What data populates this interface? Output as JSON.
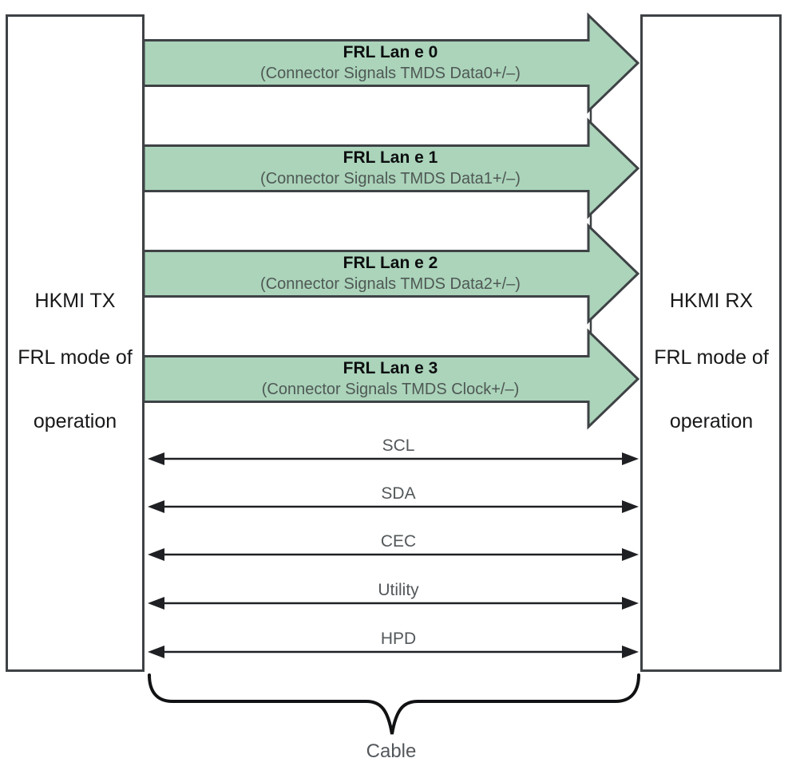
{
  "diagram": {
    "left_box": {
      "title": "HKMI TX",
      "subtitle_line1": "FRL mode of",
      "subtitle_line2": "operation"
    },
    "right_box": {
      "title": "HKMI RX",
      "subtitle_line1": "FRL mode of",
      "subtitle_line2": "operation"
    },
    "lanes": [
      {
        "title": "FRL Lan e 0",
        "subtitle": "(Connector Signals TMDS Data0+/–)"
      },
      {
        "title": "FRL Lan e 1",
        "subtitle": "(Connector Signals TMDS Data1+/–)"
      },
      {
        "title": "FRL Lan e 2",
        "subtitle": "(Connector Signals TMDS Data2+/–)"
      },
      {
        "title": "FRL Lan e 3",
        "subtitle": "(Connector Signals TMDS Clock+/–)"
      }
    ],
    "buses": [
      "SCL",
      "SDA",
      "CEC",
      "Utility",
      "HPD"
    ],
    "cable_label": "Cable",
    "colors": {
      "arrow_fill": "#abd4ba",
      "outline": "#3e4245",
      "line": "#1f2023",
      "text_primary": "#0d0e10",
      "text_secondary": "#53585b"
    }
  }
}
